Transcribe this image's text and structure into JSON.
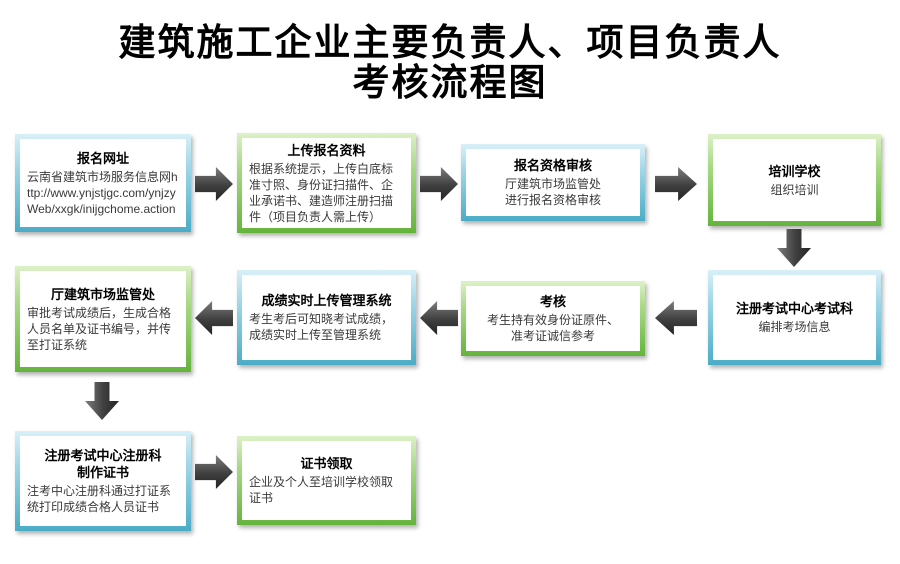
{
  "title": {
    "line1": "建筑施工企业主要负责人、项目负责人",
    "line2": "考核流程图"
  },
  "colors": {
    "blue_accent": "#4bacc6",
    "green_accent": "#64b43c",
    "arrow": "#3f3f3f",
    "background": "#ffffff"
  },
  "steps": [
    {
      "title": "报名网址",
      "body": "云南省建筑市场服务信息网http://www.ynjstjgc.com/ynjzyWeb/xxgk/inijgchome.action",
      "border": "blue"
    },
    {
      "title": "上传报名资料",
      "body": "根据系统提示，上传白底标准寸照、身份证扫描件、企业承诺书、建造师注册扫描件（项目负责人需上传）",
      "border": "green"
    },
    {
      "title": "报名资格审核",
      "body": "厅建筑市场监管处\n进行报名资格审核",
      "border": "blue"
    },
    {
      "title": "培训学校",
      "body": "组织培训",
      "border": "green"
    },
    {
      "title": "注册考试中心考试科",
      "body": "编排考场信息",
      "border": "blue"
    },
    {
      "title": "考核",
      "body": "考生持有效身份证原件、\n准考证诚信参考",
      "border": "green"
    },
    {
      "title": "成绩实时上传管理系统",
      "body": "考生考后可知晓考试成绩，\n成绩实时上传至管理系统",
      "border": "blue"
    },
    {
      "title": "厅建筑市场监管处",
      "body": "审批考试成绩后，生成合格人员名单及证书编号，并传至打证系统",
      "border": "green"
    },
    {
      "title": "注册考试中心注册科\n制作证书",
      "body": "注考中心注册科通过打证系统打印成绩合格人员证书",
      "border": "blue"
    },
    {
      "title": "证书领取",
      "body": "企业及个人至培训学校领取证书",
      "border": "green"
    }
  ]
}
